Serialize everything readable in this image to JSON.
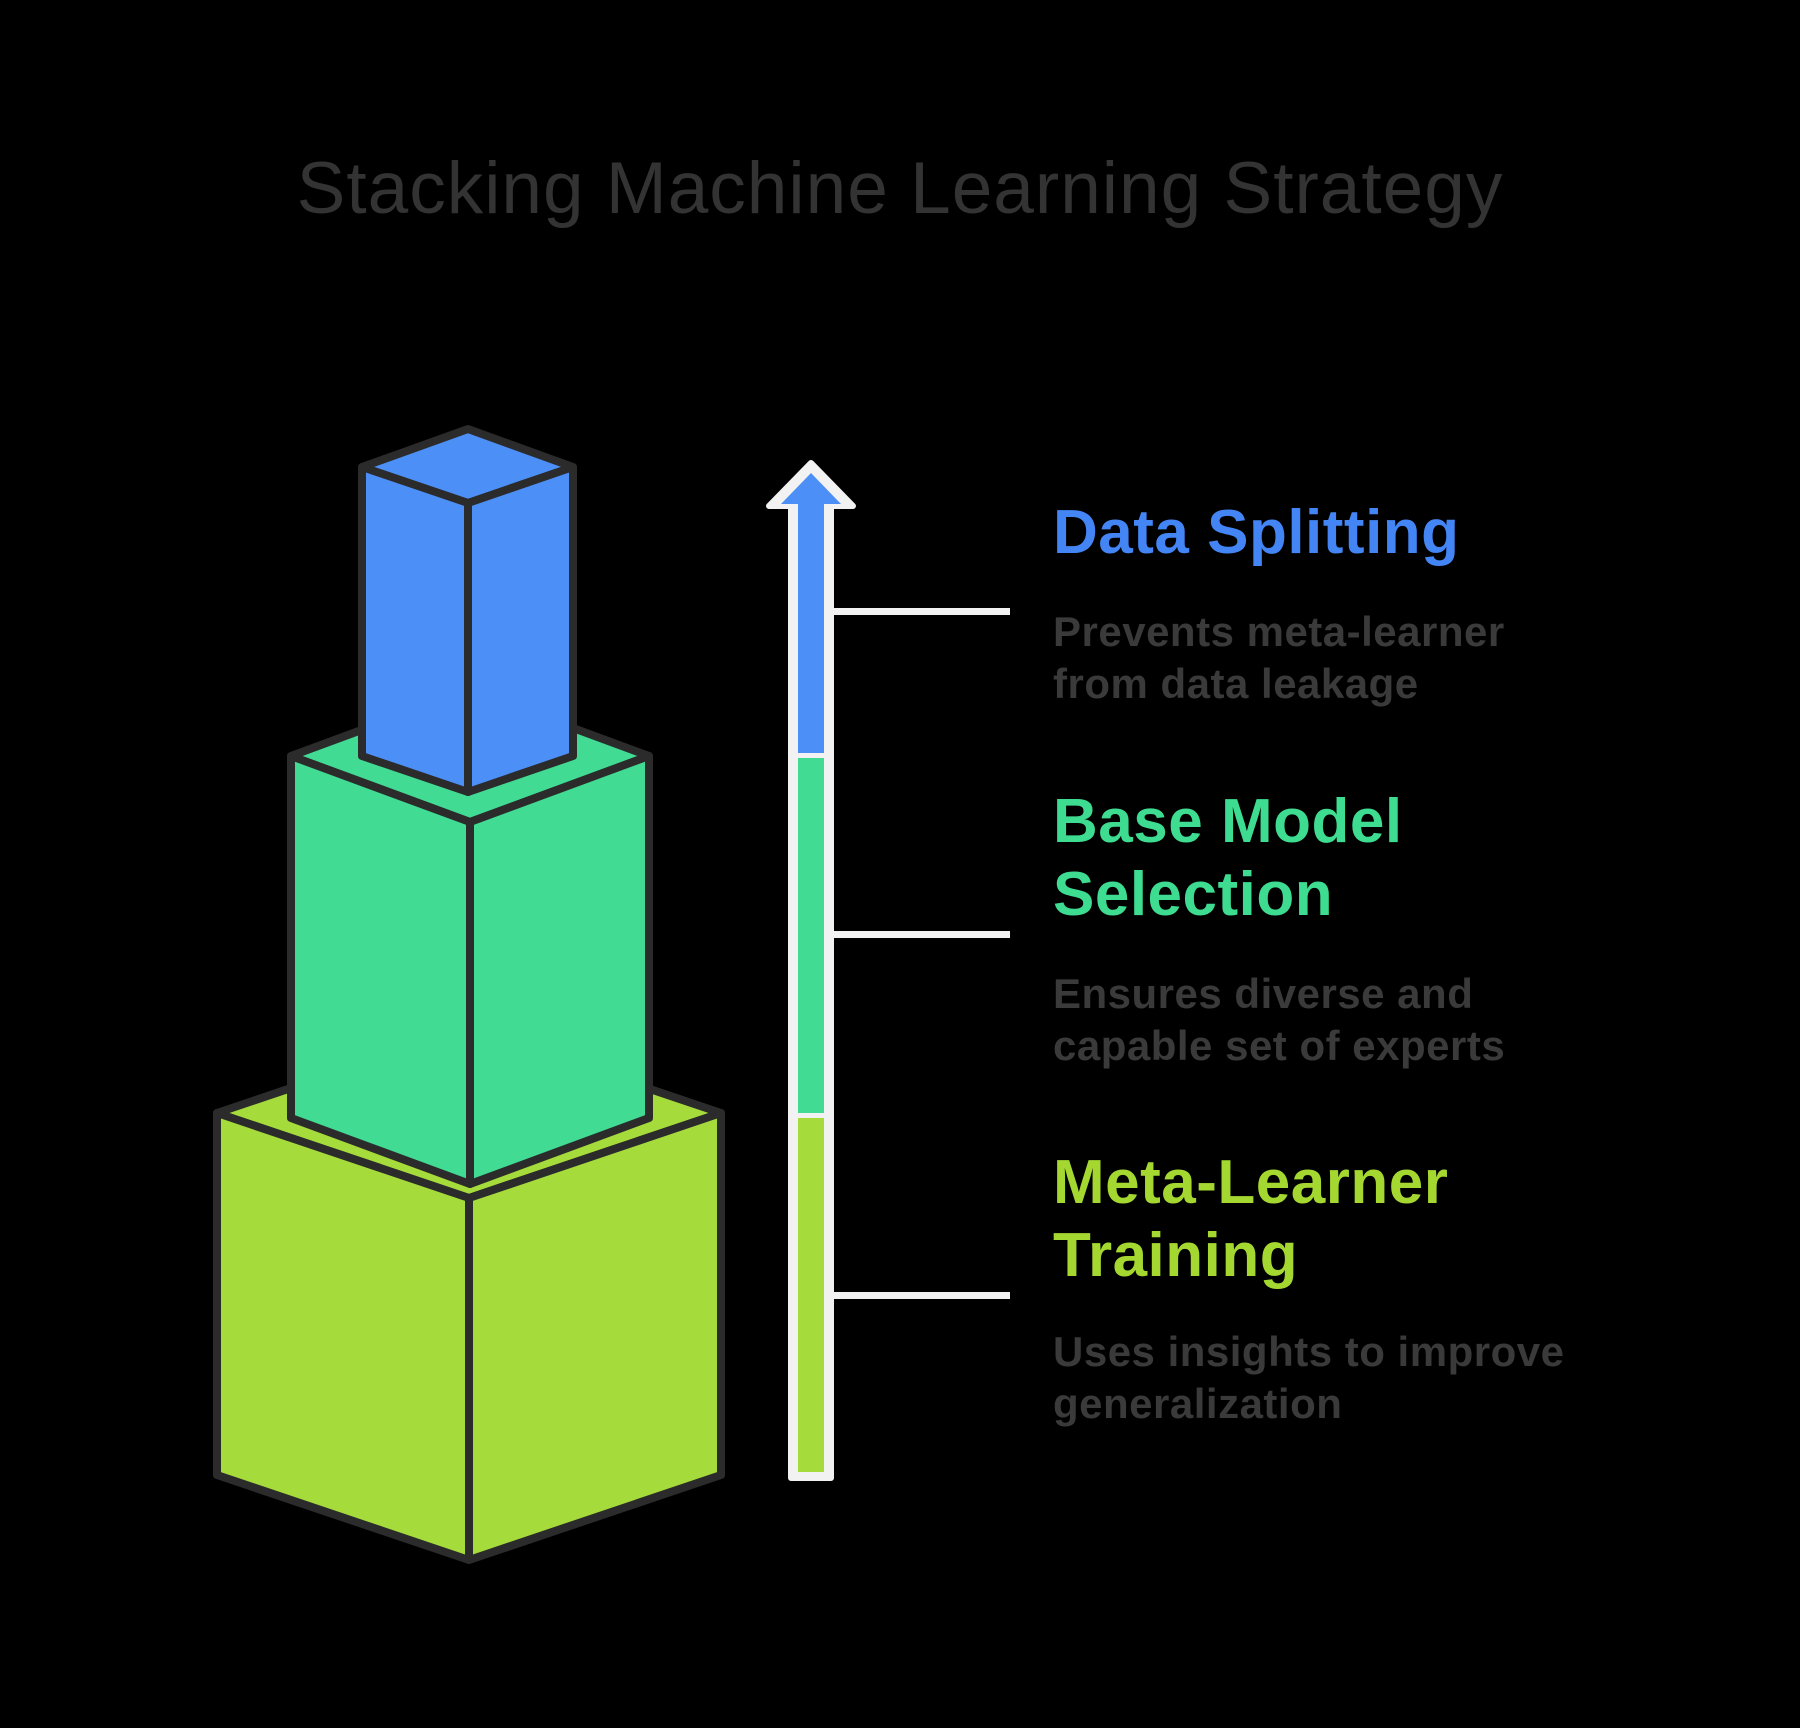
{
  "title": "Stacking Machine Learning Strategy",
  "colors": {
    "background": "#000000",
    "title_text": "#333333",
    "description_text": "#3A3A3A",
    "cube_outline": "#2B2B2B",
    "arrow_outline_white": "#F2F2F2",
    "blue": "#4C90F7",
    "green": "#41DB93",
    "lime": "#A5DB3B",
    "blue_heading": "#4385F4",
    "green_heading": "#3EDC90",
    "lime_heading": "#A4D830"
  },
  "sections": [
    {
      "heading": "Data Splitting",
      "description": "Prevents meta-learner\nfrom data leakage"
    },
    {
      "heading": "Base Model\nSelection",
      "description": "Ensures diverse and\ncapable set of experts"
    },
    {
      "heading": "Meta-Learner\nTraining",
      "description": "Uses insights to improve\ngeneralization"
    }
  ]
}
